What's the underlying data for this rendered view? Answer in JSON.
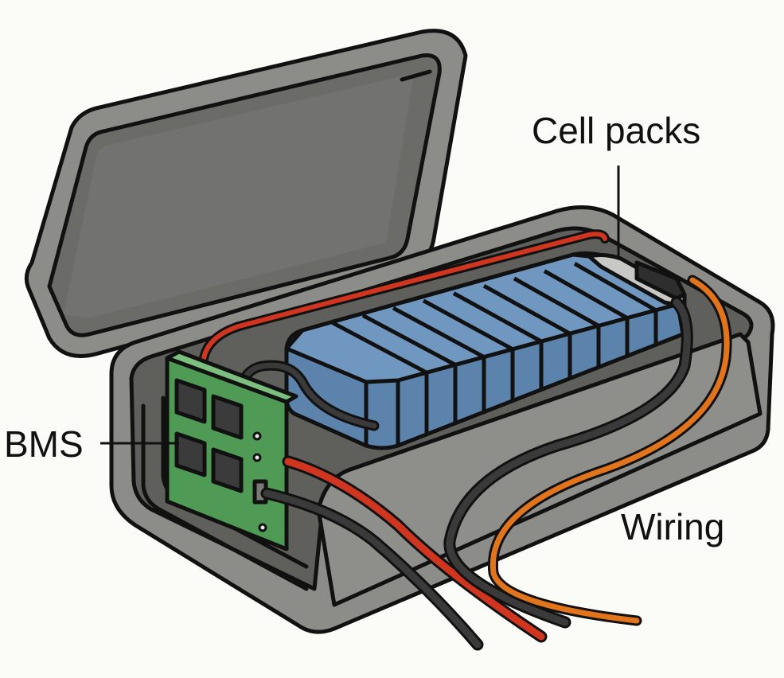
{
  "diagram": {
    "subject": "Battery enclosure with open lid",
    "labels": {
      "cell_packs": "Cell packs",
      "bms": "BMS",
      "wiring": "Wiring"
    },
    "components": {
      "cell_count": 10,
      "bms_chip_count": 4,
      "bms_via_count": 3,
      "wires": [
        {
          "name": "red-positive-wire",
          "color": "#d0351f"
        },
        {
          "name": "black-negative-wire",
          "color": "#3a3a3a"
        },
        {
          "name": "black-cable-loop",
          "color": "#3a3a3a"
        },
        {
          "name": "orange-wire",
          "color": "#e2741c"
        }
      ]
    },
    "colors": {
      "background": "#fbfbf7",
      "enclosure": "#8c8c89",
      "enclosure_dark": "#5f5f5c",
      "enclosure_light": "#a9a9a5",
      "cell": "#6f97bf",
      "cell_side": "#5c83ab",
      "pcb": "#4f9a54",
      "chip": "#3b3b3b",
      "outline": "#111111"
    }
  }
}
